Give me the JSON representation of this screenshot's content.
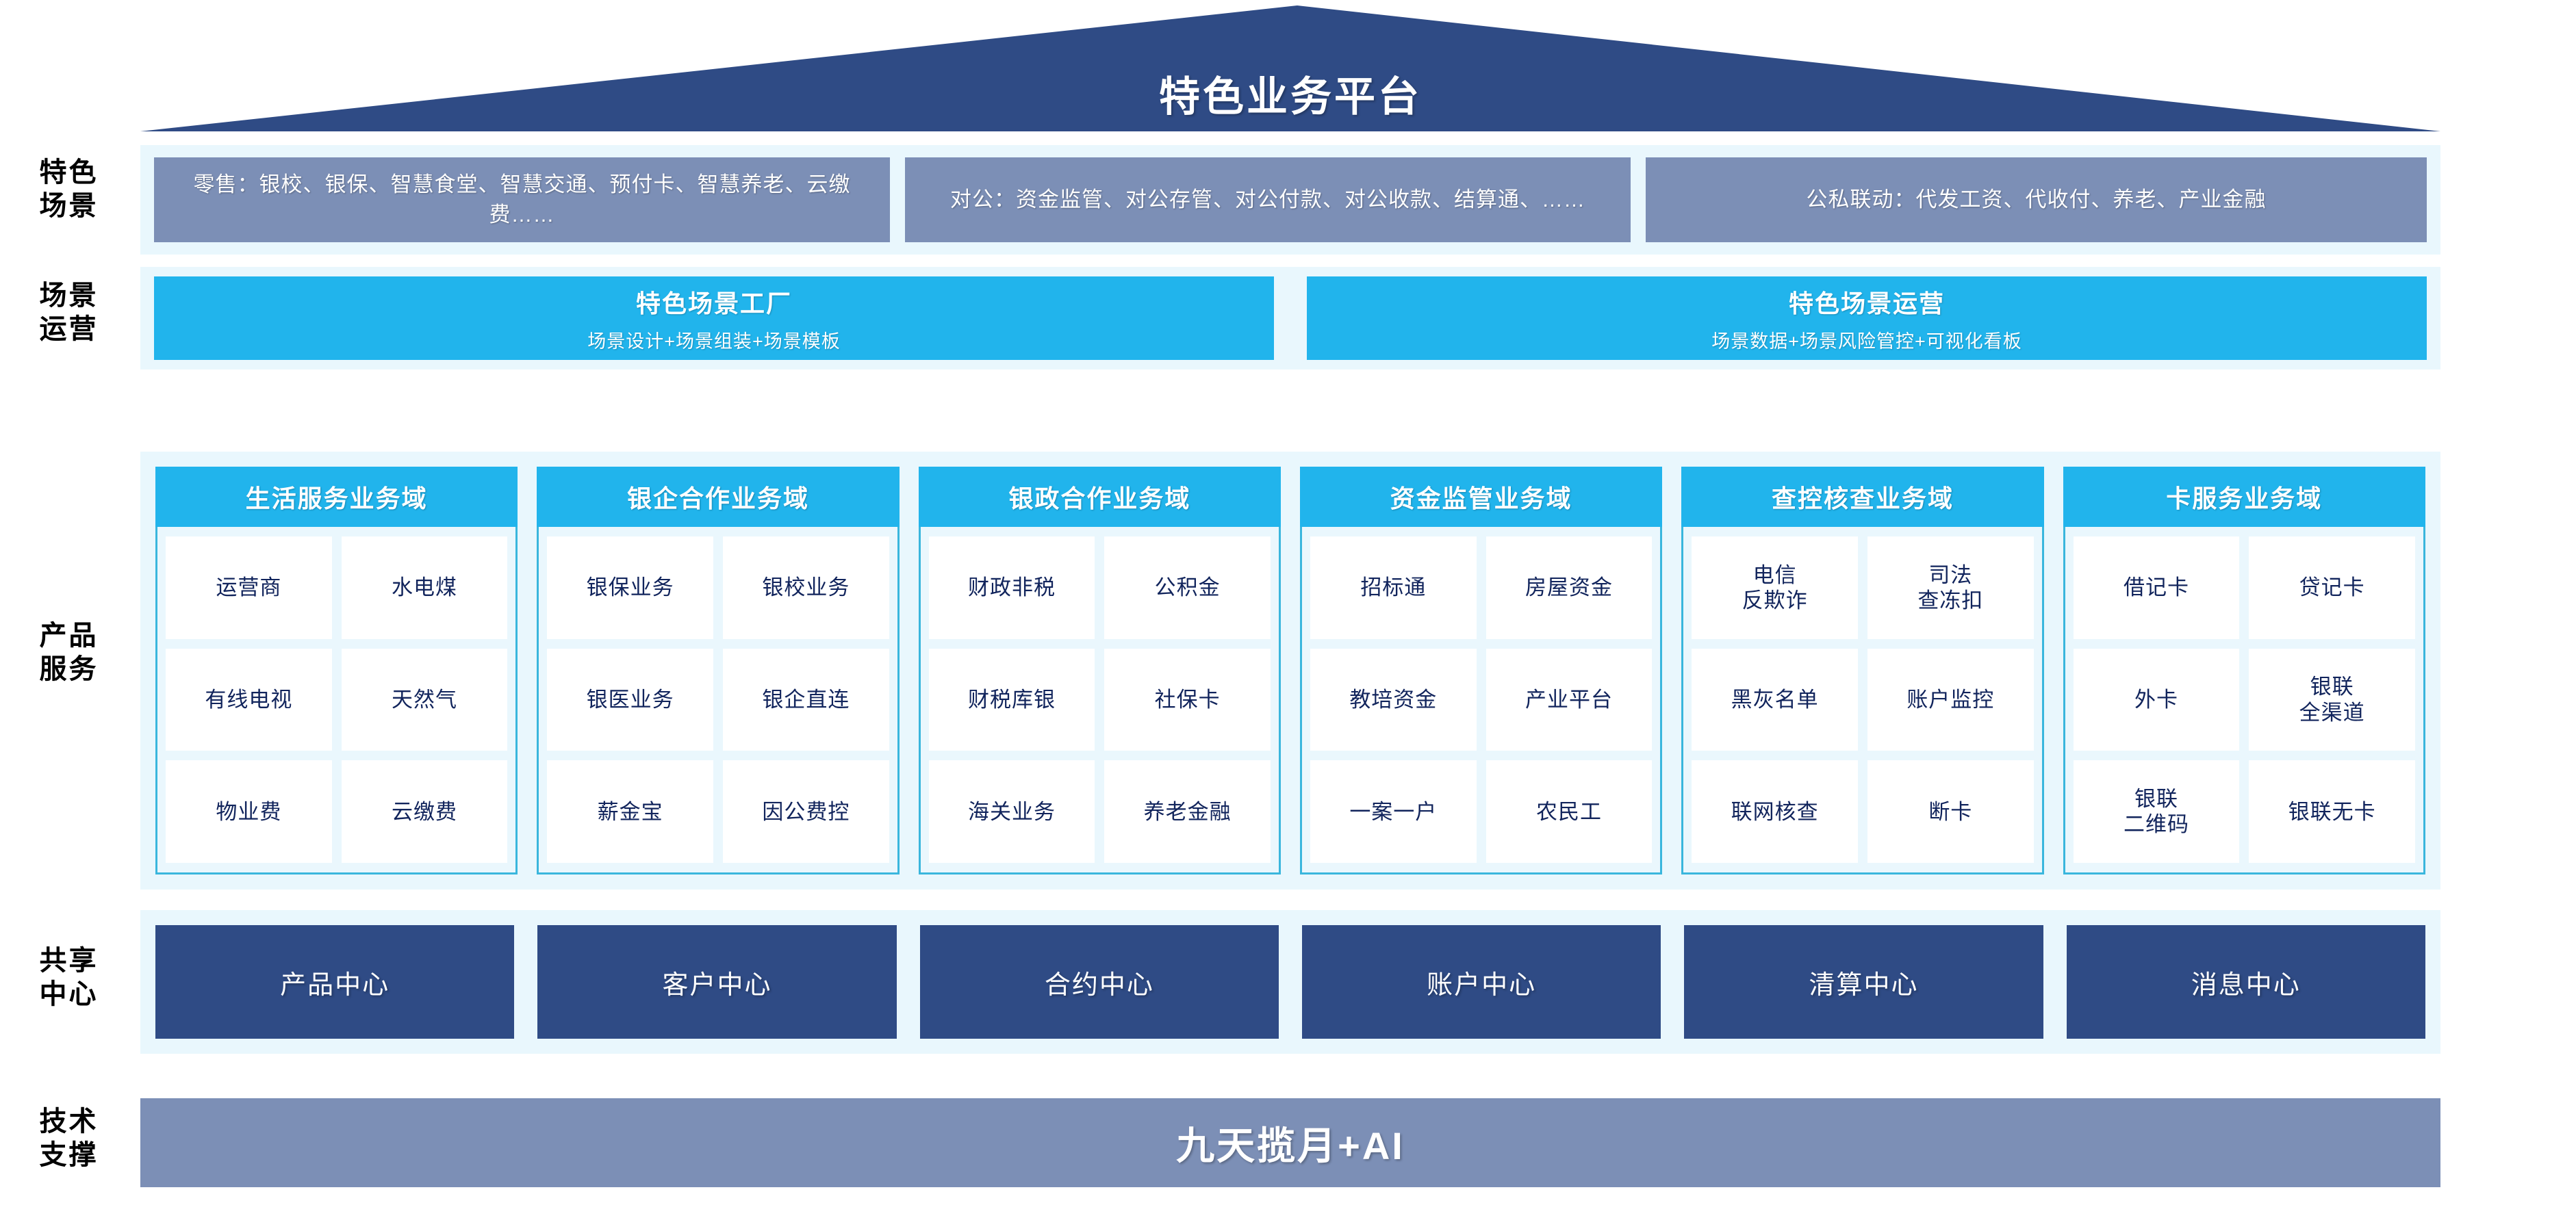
{
  "colors": {
    "roof_navy": "#2f4b85",
    "band_bg": "#e9f7fd",
    "scenario_box": "#7c8fb6",
    "cyan": "#21b4ec",
    "panel_border": "#3ab6dd",
    "shared_navy": "#2f4b85",
    "tech_slate": "#7c8fb6",
    "text_navy": "#11245c"
  },
  "header": {
    "title": "特色业务平台"
  },
  "rows": {
    "scenario_label": "特色\n场景",
    "operation_label": "场景\n运营",
    "product_label": "产品\n服务",
    "shared_label": "共享\n中心",
    "tech_label": "技术\n支撑"
  },
  "scenarios": [
    {
      "text": "零售：银校、银保、智慧食堂、智慧交通、预付卡、智慧养老、云缴费……"
    },
    {
      "text": "对公：资金监管、对公存管、对公付款、对公收款、结算通、……"
    },
    {
      "text": "公私联动：代发工资、代收付、养老、产业金融"
    }
  ],
  "operations": [
    {
      "title": "特色场景工厂",
      "subtitle": "场景设计+场景组装+场景模板"
    },
    {
      "title": "特色场景运营",
      "subtitle": "场景数据+场景风险管控+可视化看板"
    }
  ],
  "product_domains": [
    {
      "title": "生活服务业务域",
      "items": [
        [
          "运营商",
          "水电煤"
        ],
        [
          "有线电视",
          "天然气"
        ],
        [
          "物业费",
          "云缴费"
        ]
      ]
    },
    {
      "title": "银企合作业务域",
      "items": [
        [
          "银保业务",
          "银校业务"
        ],
        [
          "银医业务",
          "银企直连"
        ],
        [
          "薪金宝",
          "因公费控"
        ]
      ]
    },
    {
      "title": "银政合作业务域",
      "items": [
        [
          "财政非税",
          "公积金"
        ],
        [
          "财税库银",
          "社保卡"
        ],
        [
          "海关业务",
          "养老金融"
        ]
      ]
    },
    {
      "title": "资金监管业务域",
      "items": [
        [
          "招标通",
          "房屋资金"
        ],
        [
          "教培资金",
          "产业平台"
        ],
        [
          "一案一户",
          "农民工"
        ]
      ]
    },
    {
      "title": "查控核查业务域",
      "items": [
        [
          "电信\n反欺诈",
          "司法\n查冻扣"
        ],
        [
          "黑灰名单",
          "账户监控"
        ],
        [
          "联网核查",
          "断卡"
        ]
      ]
    },
    {
      "title": "卡服务业务域",
      "items": [
        [
          "借记卡",
          "贷记卡"
        ],
        [
          "外卡",
          "银联\n全渠道"
        ],
        [
          "银联\n二维码",
          "银联无卡"
        ]
      ]
    }
  ],
  "shared_centers": [
    {
      "label": "产品中心"
    },
    {
      "label": "客户中心"
    },
    {
      "label": "合约中心"
    },
    {
      "label": "账户中心"
    },
    {
      "label": "清算中心"
    },
    {
      "label": "消息中心"
    }
  ],
  "tech_support": {
    "label": "九天揽月+AI"
  }
}
